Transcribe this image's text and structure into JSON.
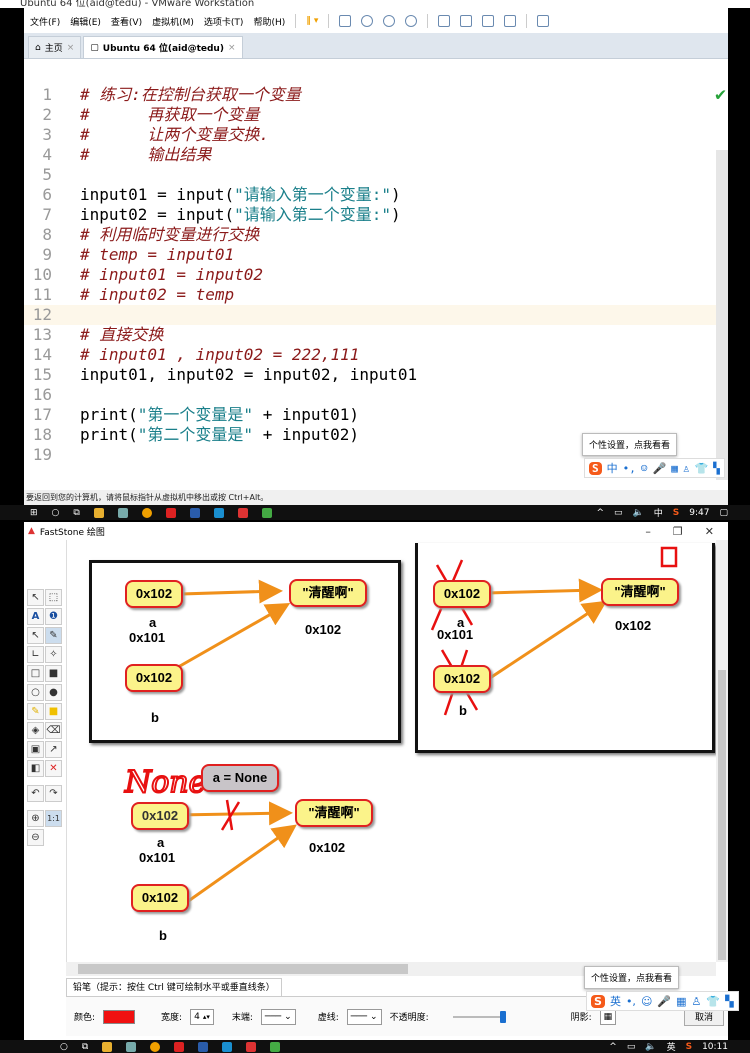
{
  "vmware": {
    "title": "Ubuntu 64 位(aid@tedu) - VMware Workstation",
    "menu": [
      "文件(F)",
      "编辑(E)",
      "查看(V)",
      "虚拟机(M)",
      "选项卡(T)",
      "帮助(H)"
    ],
    "tabs": [
      {
        "label": "主页"
      },
      {
        "label": "Ubuntu 64 位(aid@tedu)"
      }
    ],
    "status": "要返回到您的计算机，请将鼠标指针从虚拟机中移出或按 Ctrl+Alt。",
    "highlight_line": 12
  },
  "editor": {
    "lines": [
      {
        "n": "1",
        "segs": [
          {
            "t": "# 练习:在控制台获取一个变量",
            "c": "comment"
          }
        ]
      },
      {
        "n": "2",
        "segs": [
          {
            "t": "#      再获取一个变量",
            "c": "comment"
          }
        ]
      },
      {
        "n": "3",
        "segs": [
          {
            "t": "#      让两个变量交换.",
            "c": "comment"
          }
        ]
      },
      {
        "n": "4",
        "segs": [
          {
            "t": "#      输出结果",
            "c": "comment"
          }
        ]
      },
      {
        "n": "5",
        "segs": []
      },
      {
        "n": "6",
        "segs": [
          {
            "t": "input01 = input(",
            "c": "code"
          },
          {
            "t": "\"请输入第一个变量:\"",
            "c": "str"
          },
          {
            "t": ")",
            "c": "code"
          }
        ]
      },
      {
        "n": "7",
        "segs": [
          {
            "t": "input02 = input(",
            "c": "code"
          },
          {
            "t": "\"请输入第二个变量:\"",
            "c": "str"
          },
          {
            "t": ")",
            "c": "code"
          }
        ]
      },
      {
        "n": "8",
        "segs": [
          {
            "t": "# 利用临时变量进行交换",
            "c": "comment"
          }
        ]
      },
      {
        "n": "9",
        "segs": [
          {
            "t": "# temp = input01",
            "c": "comment"
          }
        ]
      },
      {
        "n": "10",
        "segs": [
          {
            "t": "# input01 = input02",
            "c": "comment"
          }
        ]
      },
      {
        "n": "11",
        "segs": [
          {
            "t": "# input02 = temp",
            "c": "comment"
          }
        ]
      },
      {
        "n": "12",
        "segs": []
      },
      {
        "n": "13",
        "segs": [
          {
            "t": "# 直接交换",
            "c": "comment"
          }
        ]
      },
      {
        "n": "14",
        "segs": [
          {
            "t": "# input01 , input02 = 222,111",
            "c": "comment"
          }
        ]
      },
      {
        "n": "15",
        "segs": [
          {
            "t": "input01, input02 = input02, input01",
            "c": "code"
          }
        ]
      },
      {
        "n": "16",
        "segs": []
      },
      {
        "n": "17",
        "segs": [
          {
            "t": "print(",
            "c": "code"
          },
          {
            "t": "\"第一个变量是\"",
            "c": "str"
          },
          {
            "t": " + input01)",
            "c": "code"
          }
        ]
      },
      {
        "n": "18",
        "segs": [
          {
            "t": "print(",
            "c": "code"
          },
          {
            "t": "\"第二个变量是\"",
            "c": "str"
          },
          {
            "t": " + input02)",
            "c": "code"
          }
        ]
      },
      {
        "n": "19",
        "segs": []
      }
    ]
  },
  "ime": {
    "tooltip": "个性设置，点我看看",
    "top_mode": "中",
    "bottom_mode": "英",
    "logo": "S"
  },
  "taskbar_top": {
    "lang": "中",
    "time": "9:47"
  },
  "taskbar_bottom": {
    "lang": "英",
    "time": "10:11"
  },
  "faststone": {
    "title": "FastStone 绘图",
    "diagram1": {
      "a_val": "0x102",
      "b_val": "0x102",
      "a_name": "a",
      "a_addr": "0x101",
      "b_name": "b",
      "str": "\"清醒啊\"",
      "str_addr": "0x102"
    },
    "diagram2": {
      "a_val": "0x102",
      "b_val": "0x102",
      "a_name": "a",
      "a_addr": "0x101",
      "b_name": "b",
      "str": "\"清醒啊\"",
      "str_addr": "0x102",
      "mark": "口"
    },
    "diagram3": {
      "a_val": "0x102",
      "b_val": "0x102",
      "a_name": "a",
      "a_addr": "0x101",
      "b_name": "b",
      "str": "\"清醒啊\"",
      "str_addr": "0x102",
      "note": "a = None",
      "handwritten": "None"
    },
    "tool_tab": "铅笔（提示：按住 Ctrl 键可绘制水平或垂直线条）",
    "props": {
      "color_label": "颜色:",
      "color": "#f01010",
      "width_label": "宽度:",
      "width": "4",
      "end_label": "末端:",
      "dash_label": "虚线:",
      "opacity_label": "不透明度:",
      "opacity": 1.0,
      "shadow_label": "阴影:",
      "cancel": "取消"
    }
  }
}
